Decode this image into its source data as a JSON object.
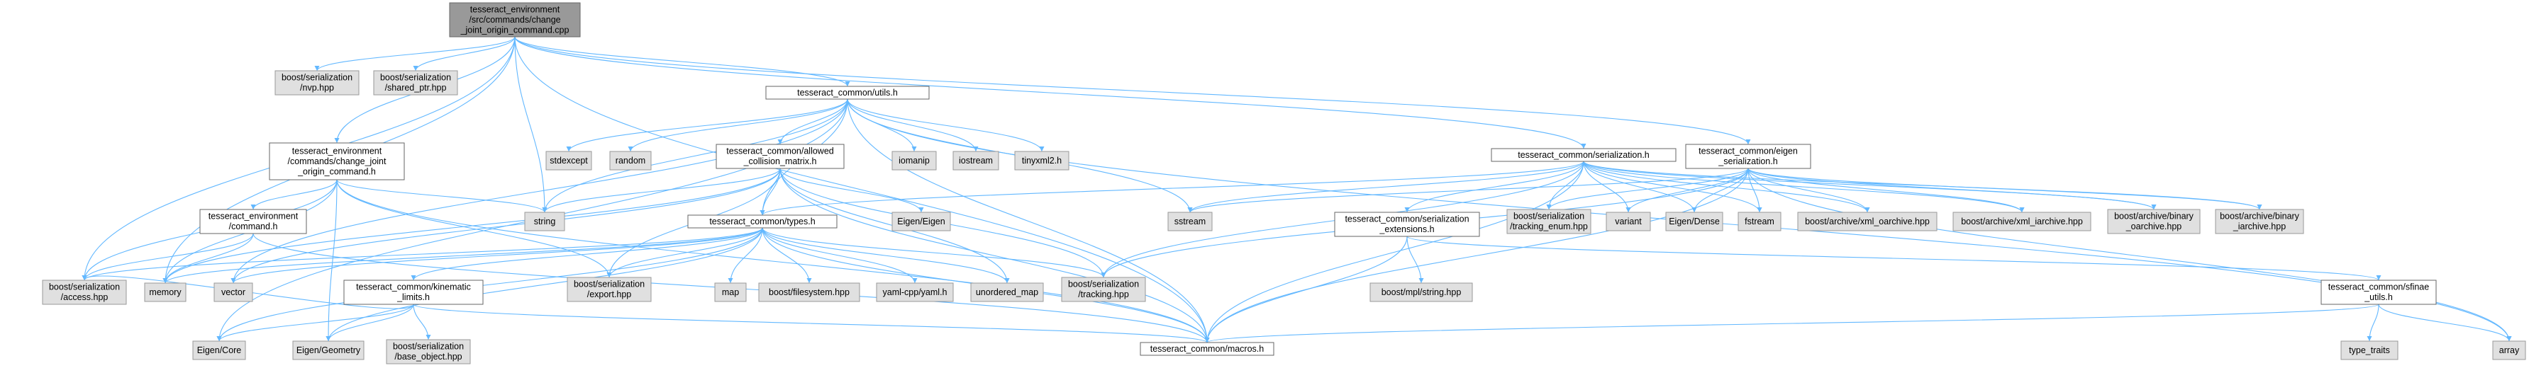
{
  "nodes": [
    {
      "id": "root",
      "lines": [
        "tesseract_environment",
        "/src/commands/change",
        "_joint_origin_command.cpp"
      ],
      "style": "root"
    },
    {
      "id": "nvp",
      "lines": [
        "boost/serialization",
        "/nvp.hpp"
      ],
      "style": "grey"
    },
    {
      "id": "shared_ptr",
      "lines": [
        "boost/serialization",
        "/shared_ptr.hpp"
      ],
      "style": "grey"
    },
    {
      "id": "utils",
      "lines": [
        "tesseract_common/utils.h"
      ],
      "style": "plain"
    },
    {
      "id": "cjoc_h",
      "lines": [
        "tesseract_environment",
        "/commands/change_joint",
        "_origin_command.h"
      ],
      "style": "plain"
    },
    {
      "id": "serialization",
      "lines": [
        "tesseract_common/serialization.h"
      ],
      "style": "plain"
    },
    {
      "id": "eigen_serial",
      "lines": [
        "tesseract_common/eigen",
        "_serialization.h"
      ],
      "style": "plain"
    },
    {
      "id": "stdexcept",
      "lines": [
        "stdexcept"
      ],
      "style": "grey"
    },
    {
      "id": "random",
      "lines": [
        "random"
      ],
      "style": "grey"
    },
    {
      "id": "acm",
      "lines": [
        "tesseract_common/allowed",
        "_collision_matrix.h"
      ],
      "style": "plain"
    },
    {
      "id": "iomanip",
      "lines": [
        "iomanip"
      ],
      "style": "grey"
    },
    {
      "id": "iostream",
      "lines": [
        "iostream"
      ],
      "style": "grey"
    },
    {
      "id": "tinyxml2",
      "lines": [
        "tinyxml2.h"
      ],
      "style": "grey"
    },
    {
      "id": "string",
      "lines": [
        "string"
      ],
      "style": "grey"
    },
    {
      "id": "command_h",
      "lines": [
        "tesseract_environment",
        "/command.h"
      ],
      "style": "plain"
    },
    {
      "id": "eigen_eigen",
      "lines": [
        "Eigen/Eigen"
      ],
      "style": "grey"
    },
    {
      "id": "types",
      "lines": [
        "tesseract_common/types.h"
      ],
      "style": "plain"
    },
    {
      "id": "sstream",
      "lines": [
        "sstream"
      ],
      "style": "grey"
    },
    {
      "id": "serial_ext",
      "lines": [
        "tesseract_common/serialization",
        "_extensions.h"
      ],
      "style": "plain"
    },
    {
      "id": "tracking_enum",
      "lines": [
        "boost/serialization",
        "/tracking_enum.hpp"
      ],
      "style": "grey"
    },
    {
      "id": "variant",
      "lines": [
        "variant"
      ],
      "style": "grey"
    },
    {
      "id": "eigen_dense",
      "lines": [
        "Eigen/Dense"
      ],
      "style": "grey"
    },
    {
      "id": "fstream",
      "lines": [
        "fstream"
      ],
      "style": "grey"
    },
    {
      "id": "xml_oarchive",
      "lines": [
        "boost/archive/xml_oarchive.hpp"
      ],
      "style": "grey"
    },
    {
      "id": "xml_iarchive",
      "lines": [
        "boost/archive/xml_iarchive.hpp"
      ],
      "style": "grey"
    },
    {
      "id": "bin_oarchive",
      "lines": [
        "boost/archive/binary",
        "_oarchive.hpp"
      ],
      "style": "grey"
    },
    {
      "id": "bin_iarchive",
      "lines": [
        "boost/archive/binary",
        "_iarchive.hpp"
      ],
      "style": "grey"
    },
    {
      "id": "access",
      "lines": [
        "boost/serialization",
        "/access.hpp"
      ],
      "style": "grey"
    },
    {
      "id": "memory",
      "lines": [
        "memory"
      ],
      "style": "grey"
    },
    {
      "id": "vector",
      "lines": [
        "vector"
      ],
      "style": "grey"
    },
    {
      "id": "kin_limits",
      "lines": [
        "tesseract_common/kinematic",
        "_limits.h"
      ],
      "style": "plain"
    },
    {
      "id": "export",
      "lines": [
        "boost/serialization",
        "/export.hpp"
      ],
      "style": "grey"
    },
    {
      "id": "map",
      "lines": [
        "map"
      ],
      "style": "grey"
    },
    {
      "id": "filesystem",
      "lines": [
        "boost/filesystem.hpp"
      ],
      "style": "grey"
    },
    {
      "id": "yaml",
      "lines": [
        "yaml-cpp/yaml.h"
      ],
      "style": "grey"
    },
    {
      "id": "unordered_map",
      "lines": [
        "unordered_map"
      ],
      "style": "grey"
    },
    {
      "id": "tracking",
      "lines": [
        "boost/serialization",
        "/tracking.hpp"
      ],
      "style": "grey"
    },
    {
      "id": "mpl_string",
      "lines": [
        "boost/mpl/string.hpp"
      ],
      "style": "grey"
    },
    {
      "id": "sfinae",
      "lines": [
        "tesseract_common/sfinae",
        "_utils.h"
      ],
      "style": "plain"
    },
    {
      "id": "eigen_core",
      "lines": [
        "Eigen/Core"
      ],
      "style": "grey"
    },
    {
      "id": "eigen_geometry",
      "lines": [
        "Eigen/Geometry"
      ],
      "style": "grey"
    },
    {
      "id": "base_object",
      "lines": [
        "boost/serialization",
        "/base_object.hpp"
      ],
      "style": "grey"
    },
    {
      "id": "macros",
      "lines": [
        "tesseract_common/macros.h"
      ],
      "style": "plain"
    },
    {
      "id": "type_traits",
      "lines": [
        "type_traits"
      ],
      "style": "grey"
    },
    {
      "id": "array",
      "lines": [
        "array"
      ],
      "style": "grey"
    }
  ],
  "edges": [
    [
      "root",
      "nvp"
    ],
    [
      "root",
      "shared_ptr"
    ],
    [
      "root",
      "utils"
    ],
    [
      "root",
      "cjoc_h"
    ],
    [
      "root",
      "serialization"
    ],
    [
      "root",
      "eigen_serial"
    ],
    [
      "root",
      "string"
    ],
    [
      "root",
      "memory"
    ],
    [
      "root",
      "access"
    ],
    [
      "root",
      "macros"
    ],
    [
      "utils",
      "stdexcept"
    ],
    [
      "utils",
      "random"
    ],
    [
      "utils",
      "acm"
    ],
    [
      "utils",
      "iomanip"
    ],
    [
      "utils",
      "iostream"
    ],
    [
      "utils",
      "tinyxml2"
    ],
    [
      "utils",
      "string"
    ],
    [
      "utils",
      "sstream"
    ],
    [
      "utils",
      "types"
    ],
    [
      "utils",
      "eigen_core"
    ],
    [
      "utils",
      "vector"
    ],
    [
      "utils",
      "macros"
    ],
    [
      "utils",
      "array"
    ],
    [
      "cjoc_h",
      "command_h"
    ],
    [
      "cjoc_h",
      "access"
    ],
    [
      "cjoc_h",
      "memory"
    ],
    [
      "cjoc_h",
      "export"
    ],
    [
      "cjoc_h",
      "eigen_geometry"
    ],
    [
      "cjoc_h",
      "string"
    ],
    [
      "cjoc_h",
      "macros"
    ],
    [
      "command_h",
      "access"
    ],
    [
      "command_h",
      "memory"
    ],
    [
      "command_h",
      "macros"
    ],
    [
      "acm",
      "eigen_eigen"
    ],
    [
      "acm",
      "types"
    ],
    [
      "acm",
      "string"
    ],
    [
      "acm",
      "vector"
    ],
    [
      "acm",
      "memory"
    ],
    [
      "acm",
      "unordered_map"
    ],
    [
      "acm",
      "export"
    ],
    [
      "acm",
      "tracking"
    ],
    [
      "acm",
      "macros"
    ],
    [
      "types",
      "access"
    ],
    [
      "types",
      "vector"
    ],
    [
      "types",
      "memory"
    ],
    [
      "types",
      "export"
    ],
    [
      "types",
      "map"
    ],
    [
      "types",
      "filesystem"
    ],
    [
      "types",
      "yaml"
    ],
    [
      "types",
      "unordered_map"
    ],
    [
      "types",
      "tracking"
    ],
    [
      "types",
      "kin_limits"
    ],
    [
      "types",
      "eigen_core"
    ],
    [
      "types",
      "eigen_geometry"
    ],
    [
      "types",
      "macros"
    ],
    [
      "kin_limits",
      "eigen_core"
    ],
    [
      "kin_limits",
      "eigen_geometry"
    ],
    [
      "kin_limits",
      "base_object"
    ],
    [
      "kin_limits",
      "access"
    ],
    [
      "kin_limits",
      "macros"
    ],
    [
      "serialization",
      "types"
    ],
    [
      "serialization",
      "serial_ext"
    ],
    [
      "serialization",
      "tracking_enum"
    ],
    [
      "serialization",
      "variant"
    ],
    [
      "serialization",
      "eigen_dense"
    ],
    [
      "serialization",
      "fstream"
    ],
    [
      "serialization",
      "sstream"
    ],
    [
      "serialization",
      "xml_oarchive"
    ],
    [
      "serialization",
      "xml_iarchive"
    ],
    [
      "serialization",
      "bin_oarchive"
    ],
    [
      "serialization",
      "bin_iarchive"
    ],
    [
      "serialization",
      "tracking"
    ],
    [
      "serialization",
      "macros"
    ],
    [
      "serial_ext",
      "mpl_string"
    ],
    [
      "serial_ext",
      "sfinae"
    ],
    [
      "serial_ext",
      "macros"
    ],
    [
      "eigen_serial",
      "eigen_dense"
    ],
    [
      "eigen_serial",
      "variant"
    ],
    [
      "eigen_serial",
      "fstream"
    ],
    [
      "eigen_serial",
      "sstream"
    ],
    [
      "eigen_serial",
      "xml_oarchive"
    ],
    [
      "eigen_serial",
      "xml_iarchive"
    ],
    [
      "eigen_serial",
      "bin_oarchive"
    ],
    [
      "eigen_serial",
      "bin_iarchive"
    ],
    [
      "eigen_serial",
      "tracking_enum"
    ],
    [
      "eigen_serial",
      "tracking"
    ],
    [
      "eigen_serial",
      "array"
    ],
    [
      "eigen_serial",
      "macros"
    ],
    [
      "sfinae",
      "type_traits"
    ],
    [
      "sfinae",
      "array"
    ],
    [
      "sfinae",
      "macros"
    ]
  ]
}
